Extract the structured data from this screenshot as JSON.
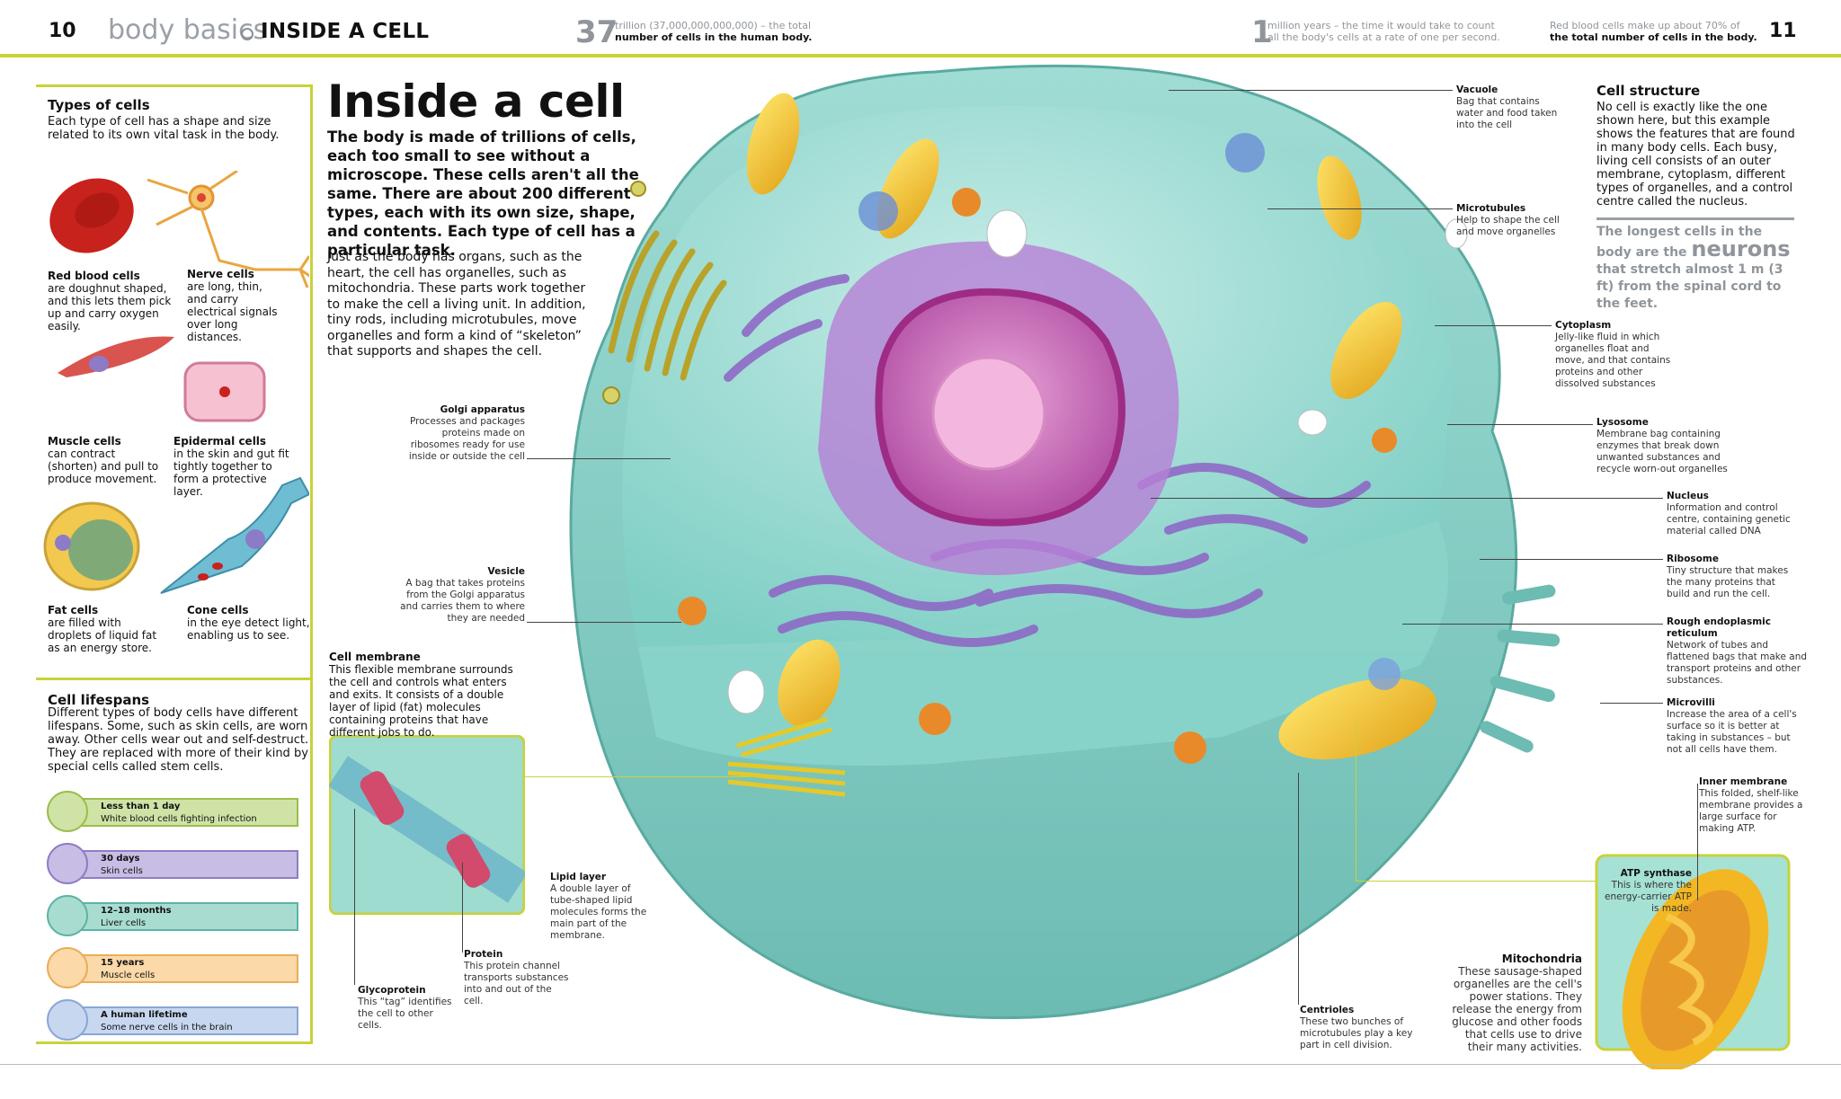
{
  "header": {
    "page_left": "10",
    "crumb_section": "body basics",
    "crumb_topic": "INSIDE A CELL",
    "page_right": "11",
    "fact1_num": "37",
    "fact1_line1": "trillion (37,000,000,000,000) – the total",
    "fact1_line2": "number of cells in the human body.",
    "fact2_num": "1",
    "fact2_line1": "million years – the time it would take to count",
    "fact2_line2": "all the body's cells at a rate of one per second.",
    "fact3_line1": "Red blood cells make up about 70% of",
    "fact3_line2": "the total number of cells in the body."
  },
  "types": {
    "heading": "Types of cells",
    "intro": "Each type of cell has a shape and size related to its own vital task in the body.",
    "items": [
      {
        "name": "Red blood cells",
        "desc": "are doughnut shaped, and this lets them pick up and carry oxygen easily."
      },
      {
        "name": "Nerve cells",
        "desc": "are long, thin, and carry electrical signals over long distances."
      },
      {
        "name": "Muscle cells",
        "desc": "can contract (shorten) and pull to produce movement."
      },
      {
        "name": "Epidermal cells",
        "desc": "in the skin and gut fit tightly together to form a protective layer."
      },
      {
        "name": "Fat cells",
        "desc": "are filled with droplets of liquid fat as an energy store."
      },
      {
        "name": "Cone cells",
        "desc": "in the eye detect light, enabling us to see."
      }
    ]
  },
  "lifespans": {
    "heading": "Cell lifespans",
    "intro": "Different types of body cells have different lifespans. Some, such as skin cells, are worn away. Other cells wear out and self-destruct. They are replaced with more of their kind by special cells called stem cells.",
    "items": [
      {
        "duration": "Less than 1 day",
        "cell": "White blood cells fighting infection",
        "fill": "#cfe3a6",
        "border": "#9bbd4a"
      },
      {
        "duration": "30 days",
        "cell": "Skin cells",
        "fill": "#c8bde4",
        "border": "#8f7cc4"
      },
      {
        "duration": "12–18 months",
        "cell": "Liver cells",
        "fill": "#a9dcd0",
        "border": "#5cb4a4"
      },
      {
        "duration": "15 years",
        "cell": "Muscle cells",
        "fill": "#fbd9a8",
        "border": "#e9ad5a"
      },
      {
        "duration": "A human lifetime",
        "cell": "Some nerve cells in the brain",
        "fill": "#c7d7f0",
        "border": "#8aa6d6"
      }
    ]
  },
  "main": {
    "title": "Inside a cell",
    "intro": "The body is made of trillions of cells, each too small to see without a microscope. These cells aren't all the same. There are about 200 different types, each with its own size, shape, and contents. Each type of cell has  a particular task.",
    "para": "Just as the body has organs, such as the heart, the cell has organelles, such as mitochondria. These parts work together to make the cell a living unit. In addition, tiny rods, including microtubules, move organelles and form a kind of “skeleton” that supports and shapes the cell."
  },
  "labels": {
    "golgi": {
      "name": "Golgi apparatus",
      "desc": "Processes and packages proteins made on ribosomes ready for use inside or outside the cell"
    },
    "vesicle": {
      "name": "Vesicle",
      "desc": "A bag that takes proteins from the Golgi apparatus and carries them to where they are needed"
    },
    "membrane": {
      "name": "Cell membrane",
      "desc": "This flexible membrane surrounds the cell and controls what enters and exits. It consists of a double layer of lipid (fat) molecules containing proteins that have different jobs to do."
    },
    "lipid": {
      "name": "Lipid layer",
      "desc": "A double layer of tube-shaped lipid molecules forms the main part of the membrane."
    },
    "protein": {
      "name": "Protein",
      "desc": "This protein channel transports substances into and out of the cell."
    },
    "glyco": {
      "name": "Glycoprotein",
      "desc": "This “tag” identifies the cell to other cells."
    },
    "centrioles": {
      "name": "Centrioles",
      "desc": "These two bunches of microtubules play a key part in cell division."
    },
    "vacuole": {
      "name": "Vacuole",
      "desc": "Bag that contains water and food taken into the cell"
    },
    "microtubules": {
      "name": "Microtubules",
      "desc": "Help to shape the cell and move organelles"
    },
    "cytoplasm": {
      "name": "Cytoplasm",
      "desc": "Jelly-like fluid in which organelles float and move, and that contains proteins and other dissolved substances"
    },
    "lysosome": {
      "name": "Lysosome",
      "desc": "Membrane bag containing enzymes that break down unwanted substances and recycle worn-out organelles"
    },
    "nucleus": {
      "name": "Nucleus",
      "desc": "Information and control centre, containing genetic material called DNA"
    },
    "ribosome": {
      "name": "Ribosome",
      "desc": "Tiny structure that makes the many proteins that build and run the cell."
    },
    "rough_er": {
      "name": "Rough endoplasmic reticulum",
      "desc": "Network of tubes and flattened bags that make and transport proteins and other substances."
    },
    "microvilli": {
      "name": "Microvilli",
      "desc": "Increase the area of a cell's surface so it is better at taking in substances – but not all cells have them."
    },
    "inner_membrane": {
      "name": "Inner membrane",
      "desc": "This folded, shelf-like membrane provides a large surface for making ATP."
    },
    "atp": {
      "name": "ATP synthase",
      "desc": "This is where the energy-carrier ATP is made."
    },
    "mito": {
      "name": "Mitochondria",
      "desc": "These sausage-shaped organelles are the cell's power stations. They release the energy from glucose and other foods that cells use to drive their many activities."
    }
  },
  "structure": {
    "heading": "Cell structure",
    "body": "No cell is exactly like the one shown here, but this example shows the features that are found in many body cells. Each busy, living cell consists of an outer membrane, cytoplasm, different types of organelles, and a control centre called the nucleus.",
    "quote_a": "The longest cells in the body are the",
    "quote_big": "neurons",
    "quote_b": "that stretch almost 1 m (3 ft) from the spinal cord to the feet."
  }
}
